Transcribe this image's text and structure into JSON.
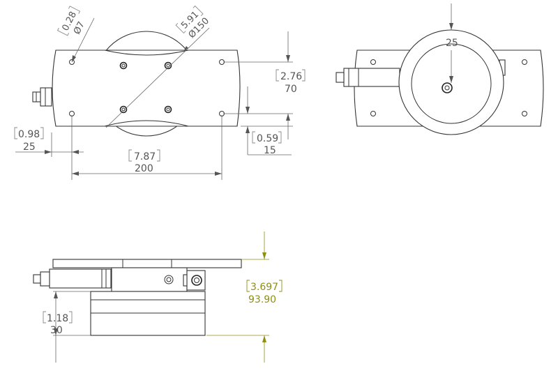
{
  "dimensions": {
    "hole_dia": {
      "inch": "0.28",
      "mm": "Ø7"
    },
    "body_dia": {
      "inch": "5.91",
      "mm": "Ø150"
    },
    "edge_offset": {
      "inch": "0.98",
      "mm": "25"
    },
    "hole_spacing_x": {
      "inch": "7.87",
      "mm": "200"
    },
    "hole_spacing_y": {
      "inch": "2.76",
      "mm": "70"
    },
    "edge_offset_y": {
      "inch": "0.59",
      "mm": "15"
    },
    "bore_dia": {
      "mm": "25"
    },
    "total_height": {
      "inch": "3.697",
      "mm": "93.90"
    },
    "base_height": {
      "inch": "1.18",
      "mm": "30"
    }
  },
  "colors": {
    "part_line": "#333333",
    "dimension": "#666666",
    "highlight_dimension": "#8f8f14"
  }
}
